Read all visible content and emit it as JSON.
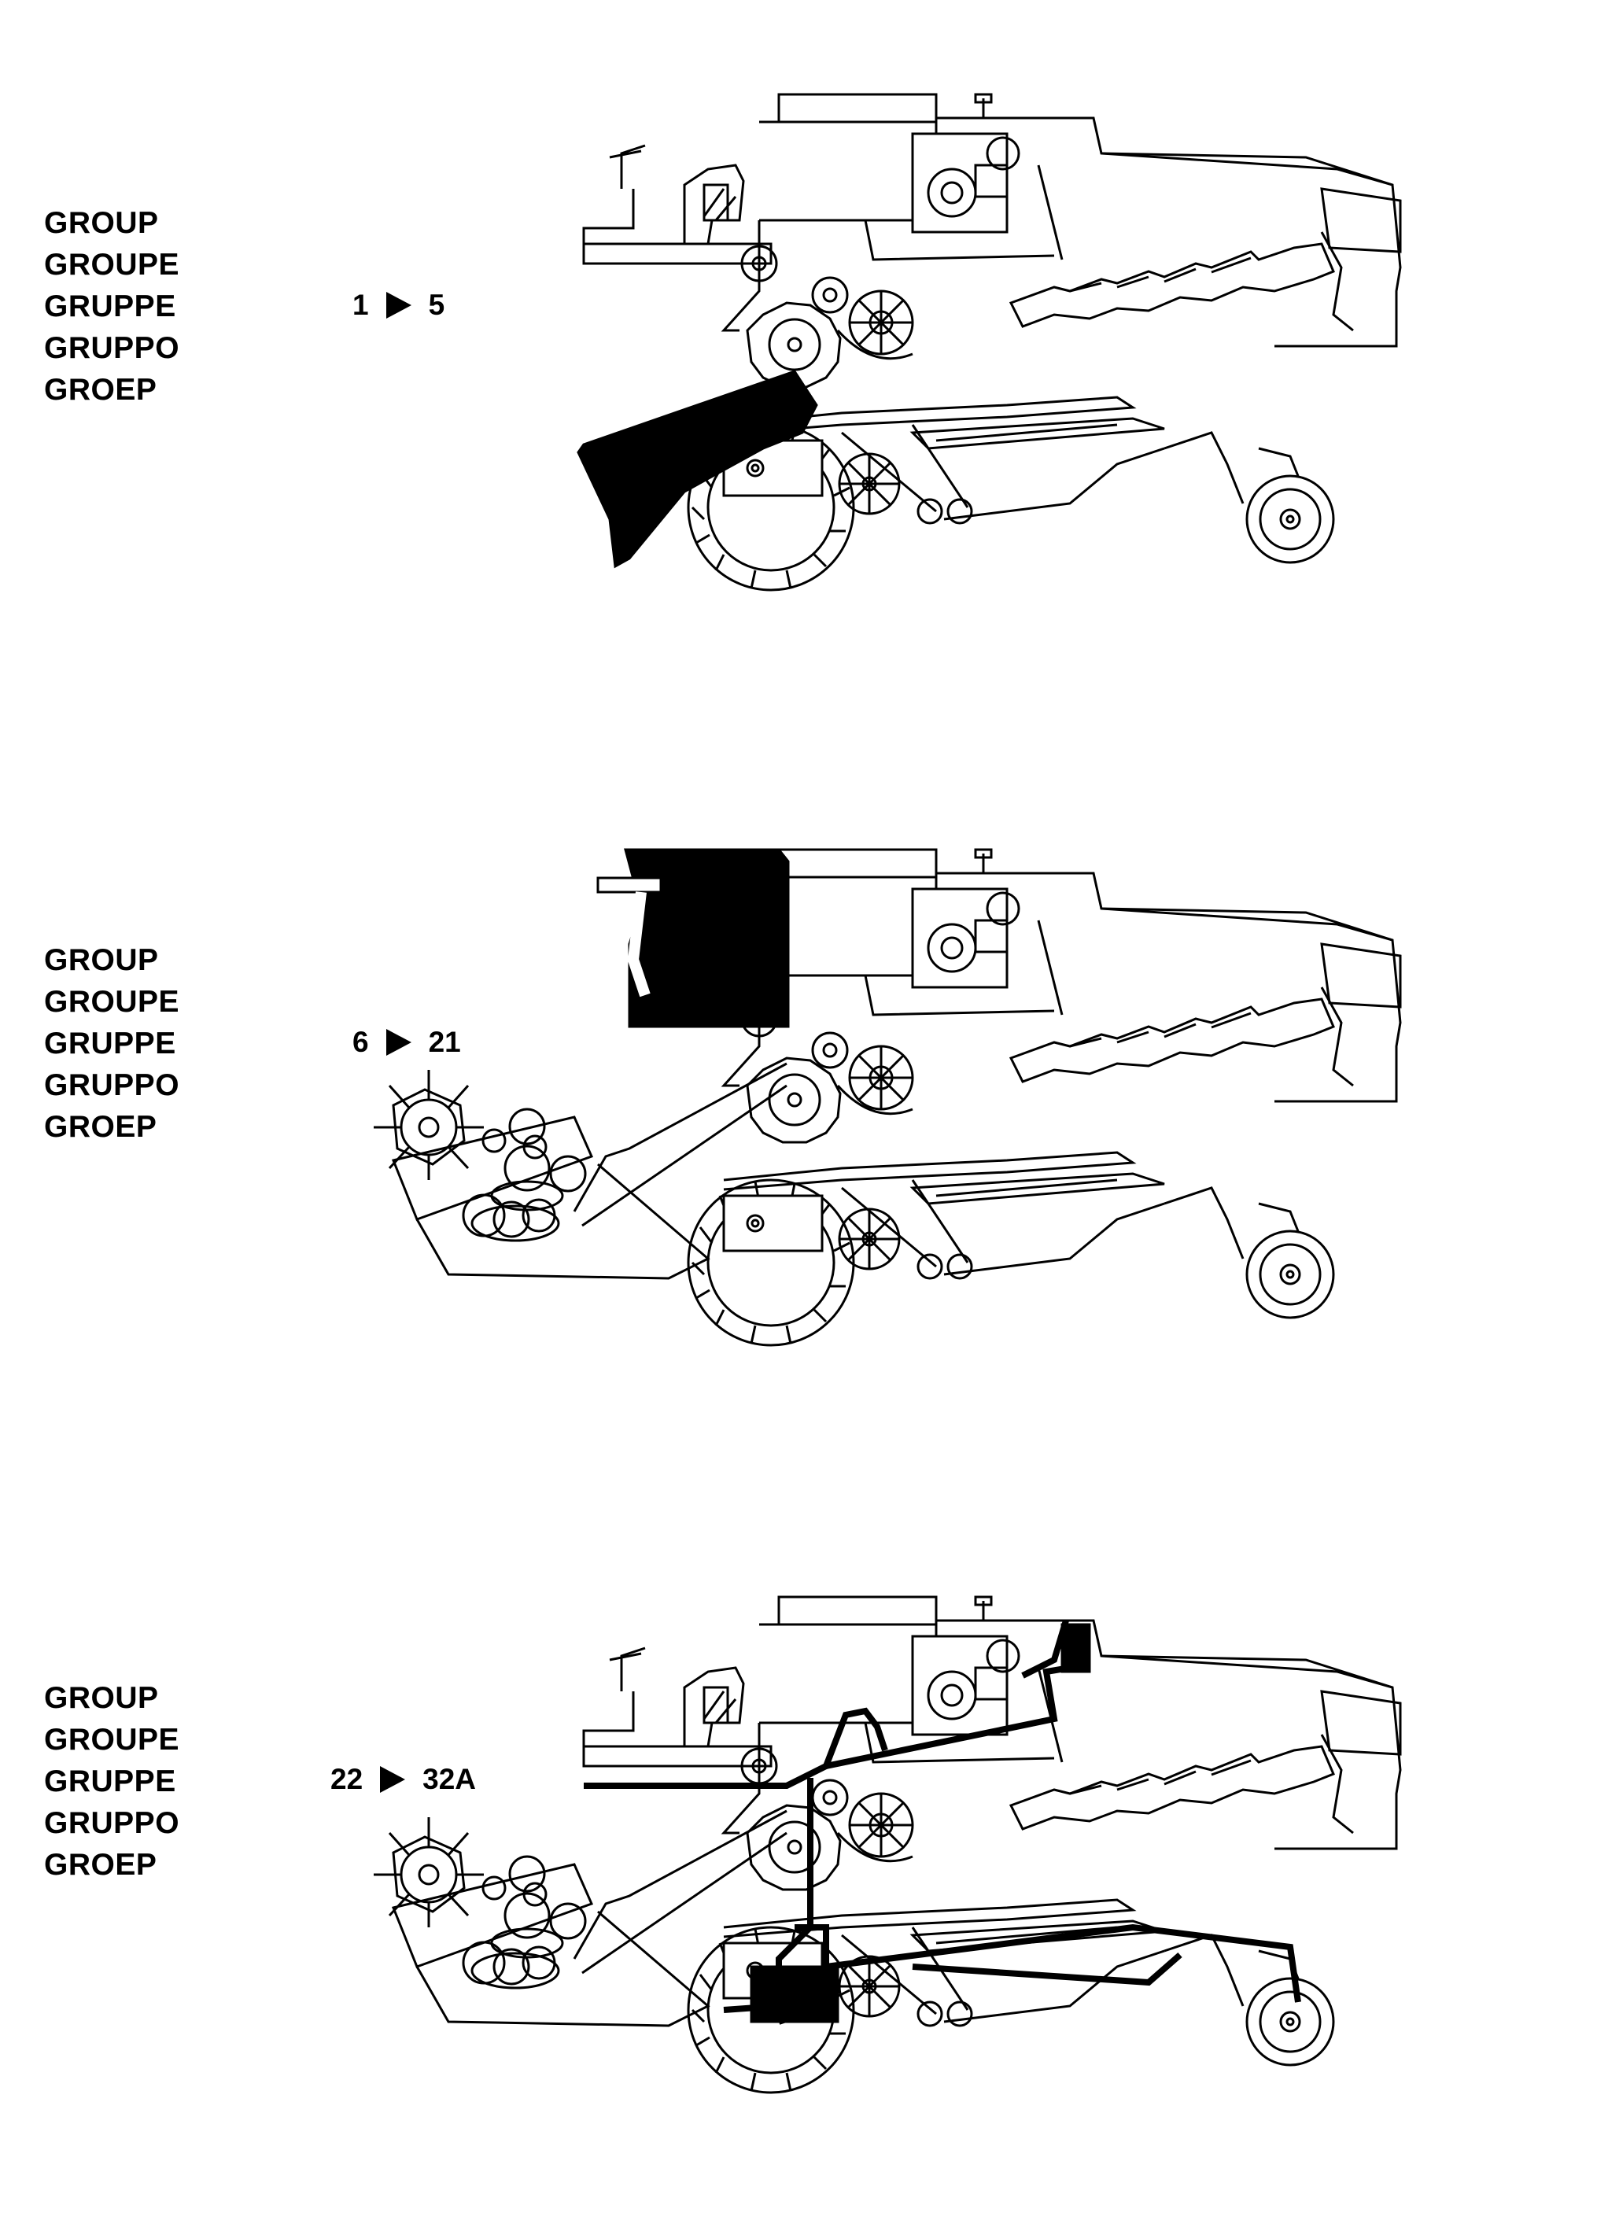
{
  "sections": [
    {
      "labels": [
        "GROUP",
        "GROUPE",
        "GRUPPE",
        "GRUPPO",
        "GROEP"
      ],
      "range_from": "1",
      "range_to": "5",
      "highlight": "header-elevator"
    },
    {
      "labels": [
        "GROUP",
        "GROUPE",
        "GRUPPE",
        "GRUPPO",
        "GROEP"
      ],
      "range_from": "6",
      "range_to": "21",
      "highlight": "cab"
    },
    {
      "labels": [
        "GROUP",
        "GROUPE",
        "GRUPPE",
        "GRUPPO",
        "GROEP"
      ],
      "range_from": "22",
      "range_to": "32A",
      "highlight": "hydraulics"
    }
  ],
  "arrow_icon": "triangle-right-icon",
  "colors": {
    "ink": "#000000",
    "paper": "#ffffff"
  }
}
